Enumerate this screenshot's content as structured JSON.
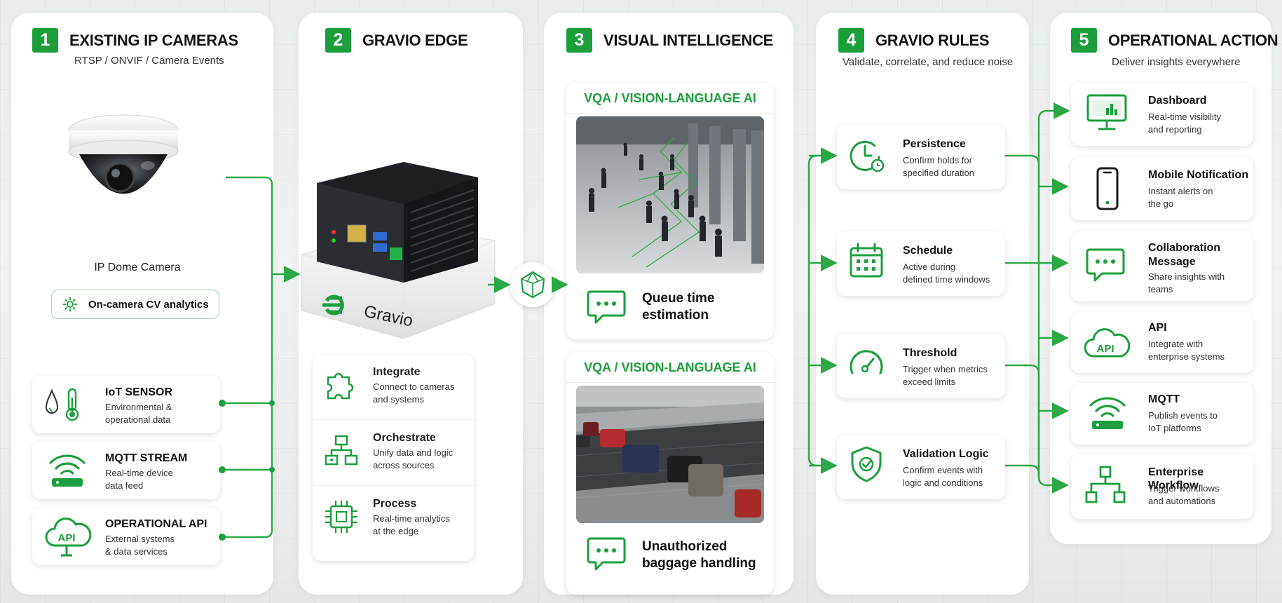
{
  "colors": {
    "accent": "#1b9e3b",
    "line": "#2aa845"
  },
  "col1": {
    "num": "1",
    "title": "EXISTING IP CAMERAS",
    "subtitle": "RTSP / ONVIF / Camera Events",
    "camera_label": "IP Dome Camera",
    "analytics_pill": "On-camera CV analytics",
    "sources": [
      {
        "title": "IoT SENSOR",
        "desc1": "Environmental &",
        "desc2": "operational data",
        "icon": "sensor-icon"
      },
      {
        "title": "MQTT STREAM",
        "desc1": "Real-time device",
        "desc2": "data feed",
        "icon": "wifi-router-icon"
      },
      {
        "title": "OPERATIONAL API",
        "desc1": "External systems",
        "desc2": "& data services",
        "icon": "api-cloud-icon",
        "icon_text": "API"
      }
    ]
  },
  "col2": {
    "num": "2",
    "title": "GRAVIO EDGE",
    "device_brand": "Gravio",
    "items": [
      {
        "title": "Integrate",
        "desc1": "Connect to cameras",
        "desc2": "and systems",
        "icon": "puzzle-icon"
      },
      {
        "title": "Orchestrate",
        "desc1": "Unify data and logic",
        "desc2": "across sources",
        "icon": "hierarchy-icon"
      },
      {
        "title": "Process",
        "desc1": "Real-time analytics",
        "desc2": "at the edge",
        "icon": "chip-icon"
      }
    ]
  },
  "col3": {
    "num": "3",
    "title": "VISUAL INTELLIGENCE",
    "panels": [
      {
        "header": "VQA / VISION-LANGUAGE AI",
        "label1": "Queue time",
        "label2": "estimation",
        "icon": "chat-icon"
      },
      {
        "header": "VQA / VISION-LANGUAGE AI",
        "label1": "Unauthorized",
        "label2": "baggage handling",
        "icon": "chat-icon"
      }
    ]
  },
  "col4": {
    "num": "4",
    "title": "GRAVIO RULES",
    "subtitle": "Validate, correlate, and reduce noise",
    "rules": [
      {
        "title": "Persistence",
        "desc1": "Confirm holds for",
        "desc2": "specified duration",
        "icon": "clock-icon"
      },
      {
        "title": "Schedule",
        "desc1": "Active during",
        "desc2": "defined time windows",
        "icon": "calendar-icon"
      },
      {
        "title": "Threshold",
        "desc1": "Trigger when metrics",
        "desc2": "exceed limits",
        "icon": "gauge-icon"
      },
      {
        "title": "Validation Logic",
        "desc1": "Confirm events with",
        "desc2": "logic and conditions",
        "icon": "shield-check-icon"
      }
    ]
  },
  "col5": {
    "num": "5",
    "title": "OPERATIONAL ACTION",
    "subtitle": "Deliver insights everywhere",
    "actions": [
      {
        "title": "Dashboard",
        "title2": "",
        "desc1": "Real-time visibility",
        "desc2": "and reporting",
        "icon": "monitor-chart-icon"
      },
      {
        "title": "Mobile Notification",
        "title2": "",
        "desc1": "Instant alerts on",
        "desc2": "the go",
        "icon": "smartphone-icon"
      },
      {
        "title": "Collaboration",
        "title2": "Message",
        "desc1": "Share insights with",
        "desc2": "teams",
        "icon": "chat-icon"
      },
      {
        "title": "API",
        "title2": "",
        "desc1": "Integrate with",
        "desc2": "enterprise systems",
        "icon": "api-cloud-icon",
        "icon_text": "API"
      },
      {
        "title": "MQTT",
        "title2": "",
        "desc1": "Publish events to",
        "desc2": "IoT platforms",
        "icon": "wifi-router-icon"
      },
      {
        "title": "Enterprise Workflow",
        "title2": "",
        "desc1": "Trigger workflows",
        "desc2": "and automations",
        "icon": "workflow-icon"
      }
    ]
  }
}
